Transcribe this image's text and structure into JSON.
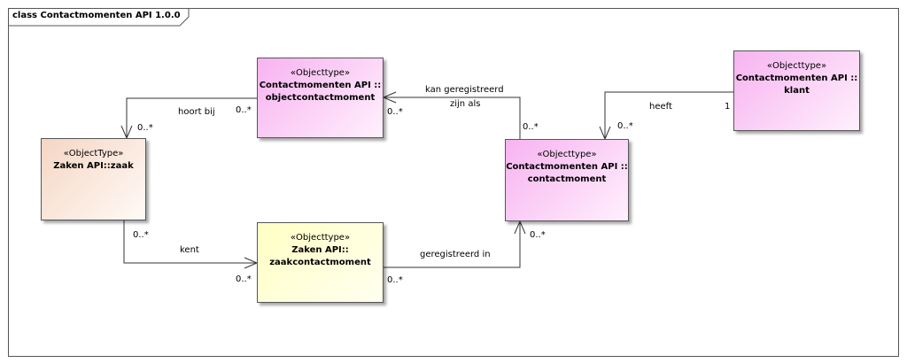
{
  "diagram": {
    "title": "class Contactmomenten API 1.0.0",
    "classes": {
      "objectcontactmoment": {
        "stereotype": "«Objecttype»",
        "name": "Contactmomenten API ::",
        "name2": "objectcontactmoment"
      },
      "klant": {
        "stereotype": "«Objecttype»",
        "name": "Contactmomenten API ::",
        "name2": "klant"
      },
      "zaak": {
        "stereotype": "«ObjectType»",
        "name": "Zaken API::zaak"
      },
      "contactmoment": {
        "stereotype": "«Objecttype»",
        "name": "Contactmomenten API ::",
        "name2": "contactmoment"
      },
      "zaakcontactmoment": {
        "stereotype": "«Objecttype»",
        "name": "Zaken API::",
        "name2": "zaakcontactmoment"
      }
    },
    "associations": {
      "hoort_bij": {
        "label": "hoort bij",
        "source_mult": "0..*",
        "target_mult": "0..*"
      },
      "kan_geregistreerd": {
        "label": "kan geregistreerd",
        "label2": "zijn als",
        "source_mult": "0..*",
        "target_mult": "0..*"
      },
      "heeft": {
        "label": "heeft",
        "source_mult": "1",
        "target_mult": "0..*"
      },
      "kent": {
        "label": "kent",
        "source_mult": "0..*",
        "target_mult": "0..*"
      },
      "geregistreerd_in": {
        "label": "geregistreerd in",
        "source_mult": "0..*",
        "target_mult": "0..*"
      }
    }
  }
}
